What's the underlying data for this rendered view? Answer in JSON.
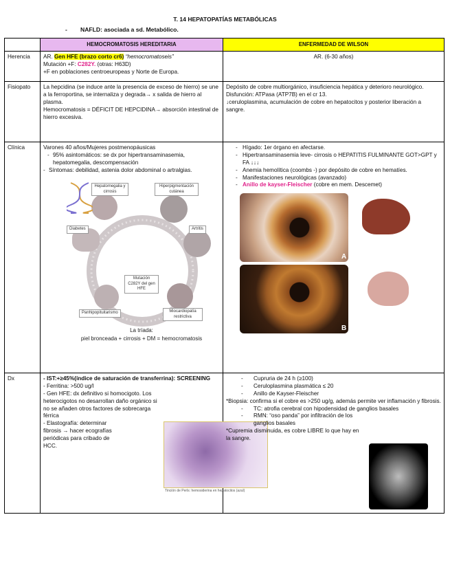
{
  "title": "T. 14 HEPATOPATÍAS METABÓLICAS",
  "top_bullet": {
    "dash": "-",
    "text": "NAFLD: asociada a sd. Metabólico."
  },
  "headers": {
    "hh": "HEMOCROMATOSIS HEREDITARIA",
    "wilson": "ENFERMEDAD DE WILSON"
  },
  "rows": {
    "herencia": {
      "label": "Herencia",
      "hh": {
        "prefix": "AR. ",
        "gen": "Gen HFE (brazo corto cr6)",
        "italic": " “hemocromatoseis”",
        "mut_prefix": "Mutación +F: ",
        "mut_code": "C282Y.",
        "mut_rest": " (otras: H63D)",
        "line3": "+F en poblaciones centroeuropeas y Norte de Europa."
      },
      "wilson": "AR. (6-30 años)"
    },
    "fisiopato": {
      "label": "Fisiopato",
      "hh": [
        "La hepcidina (se induce ante la presencia de exceso de hierro) se une a la ferroportina, se internaliza y degrada→ x salida de hierro al plasma.",
        "Hemocromatosis = DÉFICIT DE HEPCIDINA→ absorción intestinal de hierro excesiva."
      ],
      "wilson": [
        "Depósito de cobre multiorgánico, insuficiencia hepática y deterioro neurológico.",
        "Disfunción: ATPasa (ATP7B) en el cr 13.",
        "↓ceruloplasmina, acumulación de cobre en hepatocitos y posterior liberación a sangre."
      ]
    },
    "clinica": {
      "label": "Clínica",
      "hh": {
        "line1": "Varones 40 años/Mujeres postmenopáusicas",
        "sub1": "95% asintomáticos: se dx por hipertransaminasemia, hepatomegalia, descompensación",
        "sub2": "Síntomas: debilidad, astenia dolor abdominal o artralgias.",
        "diagram_labels": {
          "hepatomegalia": "Hepatomegalia y cirrosis",
          "hiperpigmentacion": "Hiperpigmentación cutánea",
          "diabetes": "Diabetes",
          "artro": "Artritis",
          "mutacion": "Mutación C282Y del gen HFE",
          "panhipo": "Panhipopituitarismo",
          "miocardio": "Miocardiopatía restrictiva"
        },
        "triada_1": "La tríada:",
        "triada_2": "piel bronceada + cirrosis + DM = hemocromatosis"
      },
      "wilson": {
        "items": [
          "Hígado: 1er órgano en afectarse.",
          "Hipertransaminasemia leve- cirrosis o HEPATITIS FULMINANTE GOT>GPT y FA ↓↓↓",
          "Anemia hemolítica (coombs -) por depósito de cobre en hematíes.",
          "Manifestaciones neurológicas (avanzado)"
        ],
        "kf_pink": "Anillo de kayser-Fleischer",
        "kf_rest": " (cobre en mem. Descemet)",
        "label_a": "A",
        "label_b": "B"
      }
    },
    "dx": {
      "label": "Dx",
      "hh": {
        "ist": "- IST:+≥45%(índice de saturación de transferrina): SCREENING",
        "ferritina": "- Ferritina: >500 ug/l",
        "gen": "- Gen HFE: dx definitivo si homocigoto. Los heterocigotos no desarrollan daño orgánico si no se añaden otros factores de sobrecarga férrica",
        "elasto": "- Elastografía: determinar fibrosis → hacer ecografías periódicas para cribado de HCC.",
        "caption": "Tinción de Perls: hemosiderina en hepatocitos (azul)"
      },
      "wilson": {
        "items": [
          "Cupruria de 24 h (≥100)",
          "Ceruloplasmina plasmática ≤ 20",
          "Anillo de Kayser-Fleischer"
        ],
        "biopsia": "*Biopsia: confirma si el cobre es >250 ug/g, además permite ver inflamación y fibrosis.",
        "tc": "TC: atrofia cerebral con hipodensidad de ganglios basales",
        "rmn": "RMN: “oso panda” por infiltración de los ganglios basales",
        "cupremia": "*Cupremia disminuida, es cobre LIBRE lo que hay en la sangre."
      }
    }
  }
}
